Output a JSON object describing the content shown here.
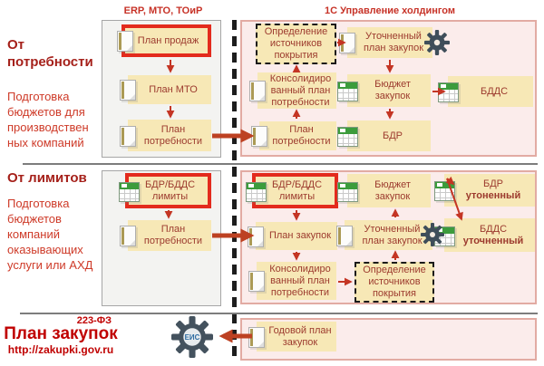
{
  "header": {
    "left": "ERP, МТО, ТОиР",
    "right": "1С Управление холдингом"
  },
  "left_labels": {
    "row1_title": "От потребности",
    "row1_subtitle": "Подготовка бюджетов для производствен ных компаний",
    "row2_title": "От лимитов",
    "row2_subtitle": "Подготовка бюджетов компаний оказывающих услуги или АХД",
    "row3_law": "223-ФЗ",
    "row3_title": "План закупок",
    "row3_url": "http://zakupki.gov.ru"
  },
  "nodes": {
    "plan_prodazh": "План продаж",
    "plan_mto": "План МТО",
    "plan_potrebnosti_src": "План потребности",
    "opredelenie_1": "Определение источников покрытия",
    "utochnenny_plan_1": "Уточненный план закупок",
    "konsolidirovanny_1": "Консолидиро ванный план потребности",
    "plan_potrebnosti_1": "План потребности",
    "budget_zakupok_1": "Бюджет закупок",
    "bdds_1": "БДДС",
    "bdr_1": "БДР",
    "bdr_bdds_limits_src": "БДР/БДДС лимиты",
    "plan_potrebnosti_2src": "План потребности",
    "bdr_bdds_limits_2": "БДР/БДДС лимиты",
    "plan_zakupok_2": "План закупок",
    "konsolidirovanny_2": "Консолидиро ванный план потребности",
    "opredelenie_2": "Определение источников покрытия",
    "utochnenny_plan_2": "Уточненный план закупок",
    "budget_zakupok_2": "Бюджет закупок",
    "bdr_2_line1": "БДР",
    "bdr_2_line2": "утоненный",
    "bdds_2_line1": "БДДС",
    "bdds_2_line2": "уточненный",
    "godovoy_plan": "Годовой план закупок"
  },
  "eis_label": "ЕИС",
  "colors": {
    "accent_red": "#c00000",
    "highlight_border": "#e32b1d",
    "box_fill": "#f7e8b6",
    "panel_pink": "#fbeceb",
    "panel_gray": "#f3f3f1",
    "arrow_red": "#c43524",
    "sheet_green": "#3c9c3c"
  }
}
